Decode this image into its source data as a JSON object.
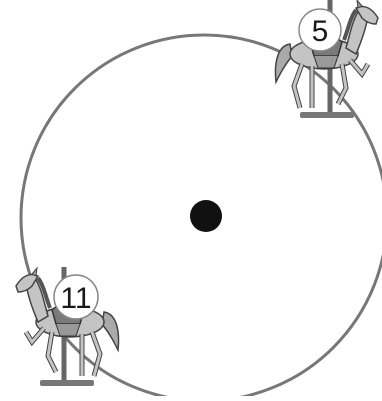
{
  "diagram": {
    "center_dot": "carousel-center",
    "horses": [
      {
        "number_label": "5",
        "icon": "carousel-horse-icon",
        "facing": "right"
      },
      {
        "number_label": "11",
        "icon": "carousel-horse-icon",
        "facing": "left"
      }
    ],
    "colors": {
      "ring": "#777777",
      "horse_fill": "#b8b8b8",
      "horse_dark": "#555555",
      "dot": "#111111"
    }
  }
}
